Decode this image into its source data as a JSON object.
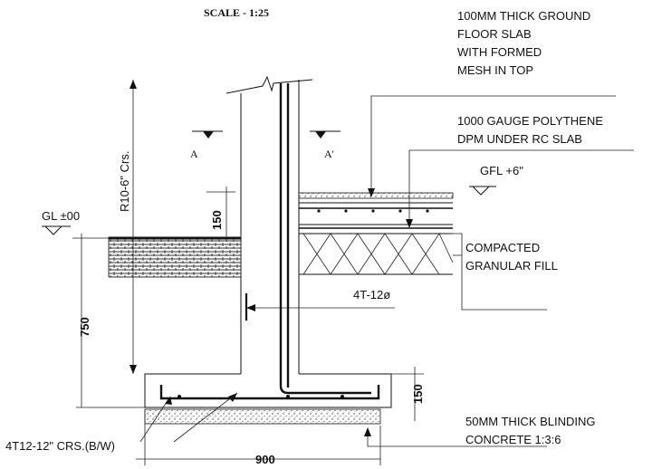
{
  "scale": "SCALE - 1:25",
  "notes": {
    "slab": [
      "100MM THICK GROUND",
      "FLOOR SLAB",
      "WITH FORMED",
      "MESH IN TOP"
    ],
    "dpm": [
      "1000 GAUGE POLYTHENE",
      "DPM UNDER RC SLAB"
    ],
    "fill": [
      "COMPACTED",
      "GRANULAR FILL"
    ],
    "blinding": [
      "50MM THICK BLINDING",
      "CONCRETE 1:3:6"
    ]
  },
  "levels": {
    "gfl": "GFL +6\"",
    "gl": "GL ±00"
  },
  "section": {
    "left": "A",
    "right": "A'"
  },
  "dims": {
    "wall_height": "R10-6\" Crs.",
    "upstand": "150",
    "depth": "750",
    "footing": "150",
    "width": "900"
  },
  "rebar": {
    "wall": "4T-12ø",
    "footing": "4T12-12\" CRS.(B/W)"
  }
}
